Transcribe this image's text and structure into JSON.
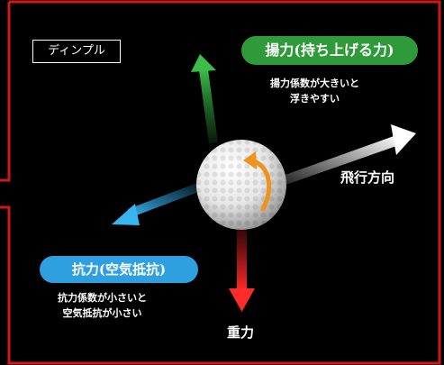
{
  "dimple_label": "ディンプル",
  "lift": {
    "label": "揚力(持ち上げる力)",
    "desc_line1": "揚力係数が大きいと",
    "desc_line2": "浮きやすい",
    "color": "#2f9a3a"
  },
  "drag": {
    "label": "抗力(空気抵抗)",
    "desc_line1": "抗力係数が小さいと",
    "desc_line2": "空気抵抗が小さい",
    "color": "#2ea0df"
  },
  "flight": {
    "label": "飛行方向",
    "color": "#ffffff"
  },
  "gravity": {
    "label": "重力",
    "color": "#e02020"
  },
  "colors": {
    "frame": "#cc1a1a",
    "spin_arrow": "#f0931e",
    "background": "#000000"
  }
}
